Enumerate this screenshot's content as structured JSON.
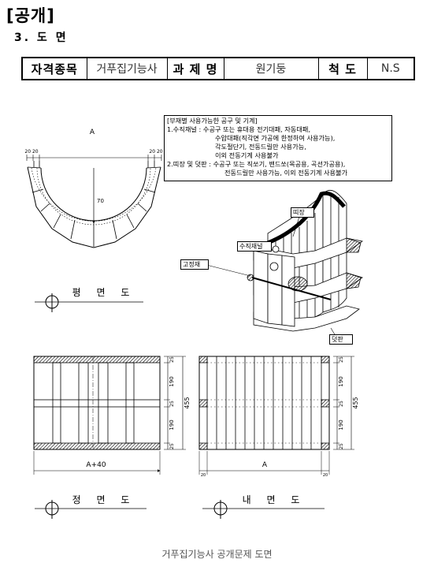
{
  "header": {
    "title": "[공개]",
    "subtitle": "3. 도 면"
  },
  "info_table": {
    "field1_label": "자격종목",
    "field1_value": "거푸집기능사",
    "field2_label": "과 제 명",
    "field2_value": "원기둥",
    "field3_label": "척 도",
    "field3_value": "N.S"
  },
  "notes": [
    "[부재별 사용가능한 공구 및 기계]",
    "1.수직재널 : 수공구 또는 휴대용 전기대패, 자동대패,",
    "수압대패(직각면 가공에 한정하여 사용가능),",
    "각도절단기, 전동드릴만 사용가능,",
    "이외 전동기계 사용불가",
    "2.띠장 및 덧판 : 수공구 또는 직쏘기, 밴드쏘(목공용, 곡선가공용),",
    "전동드릴만 사용가능, 이외 전동기계 사용불가"
  ],
  "plan": {
    "dim_top": "A",
    "dim_left": "20 20",
    "dim_right": "20 20",
    "radius": "70",
    "view_label": "평 면 도"
  },
  "iso_labels": {
    "ttijang": "띠장",
    "vertical_panel": "수직재널",
    "fixing": "고정재",
    "cover": "덧판"
  },
  "front": {
    "dim_bottom": "A+40",
    "dims_right": [
      "25",
      "190",
      "25",
      "190",
      "25"
    ],
    "dim_total": "455",
    "view_label": "정 면 도"
  },
  "inner": {
    "dim_bottom": "A",
    "dim_left_small": "20",
    "dim_right_small": "20",
    "dims_right": [
      "25",
      "190",
      "25",
      "190",
      "25"
    ],
    "dim_total": "455",
    "view_label": "내 면 도"
  },
  "footer": "거푸집기능사 공개문제 도면"
}
